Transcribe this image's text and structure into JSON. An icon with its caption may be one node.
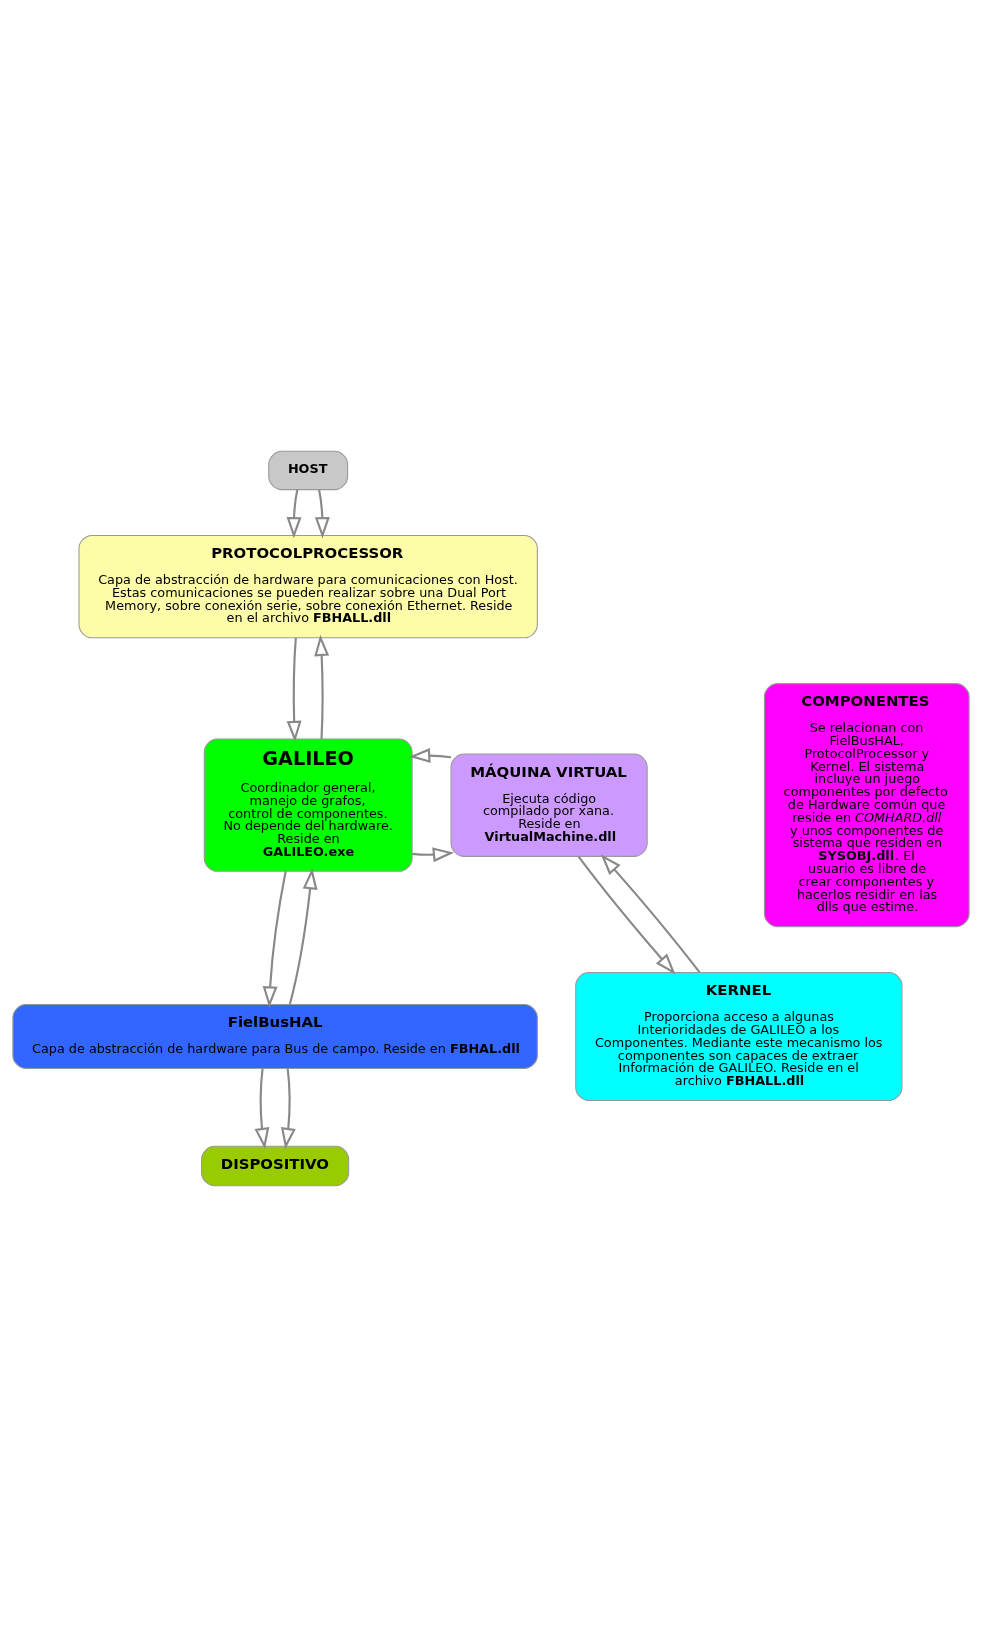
{
  "diagram": {
    "nodes": [
      {
        "text": [
          "HOST"
        ]
      },
      {
        "text": [
          "PROTOCOLPROCESSOR",
          "Capa de abstracción de hardware para comunicaciones con Host. Estas comunicaciones se pueden realizar sobre una Dual Port Memory, sobre conexión serie, sobre conexión Ethernet. Reside en el archivo **FBHALL.dll**"
        ]
      },
      {
        "text": [
          "GALILEO",
          "Coordinador general, manejo de grafos, control de componentes. No depende del hardware. Reside en **GALILEO.exe**"
        ]
      },
      {
        "text": [
          "KERNEL",
          "Proporciona acceso a algunas Interioridades de GALILEO a los Componentes. Mediante este mecanismo los componentes son capaces de extraer Información de GALILEO. Reside en el archivo **FBHALL.dll**"
        ]
      },
      {
        "text": [
          "MÁQUINA VIRTUAL",
          "Ejecuta código compilado por xana. Reside en **VirtualMachine.dll**"
        ]
      },
      {
        "text": [
          "COMPONENTES",
          "Se relacionan con FielBusHAL, ProtocolProcessor y Kernel. El sistema incluye un juego componentes por defecto de Hardware común que reside en *COMHARD.dll* y unos componentes de sistema que residen en **SYSOBJ.dll**. El usuario es libre de crear componentes y hacerlos residir en las dlls que estime."
        ]
      },
      {
        "text": [
          "FielBusHAL",
          "Capa de abstracción de hardware para Bus de campo. Reside en **FBHAL.dll**"
        ]
      },
      {
        "text": [
          "DISPOSITIVO"
        ]
      }
    ],
    "edges": [
      {
        "from": 0,
        "to": 1,
        "arrow": "to"
      },
      {
        "from": 0,
        "to": 1,
        "arrow": "to"
      },
      {
        "from": 1,
        "to": 2,
        "arrow": "to"
      },
      {
        "from": 2,
        "to": 1,
        "arrow": "to"
      },
      {
        "from": 3,
        "to": 4,
        "arrow": "to"
      },
      {
        "from": 4,
        "to": 3,
        "arrow": "to"
      },
      {
        "from": 2,
        "to": 4,
        "arrow": "to"
      },
      {
        "from": 4,
        "to": 2,
        "arrow": "to"
      },
      {
        "from": 2,
        "to": 6,
        "arrow": "to"
      },
      {
        "from": 6,
        "to": 2,
        "arrow": "to"
      },
      {
        "from": 6,
        "to": 7,
        "arrow": "to"
      },
      {
        "from": 6,
        "to": 7,
        "arrow": "to"
      }
    ]
  }
}
